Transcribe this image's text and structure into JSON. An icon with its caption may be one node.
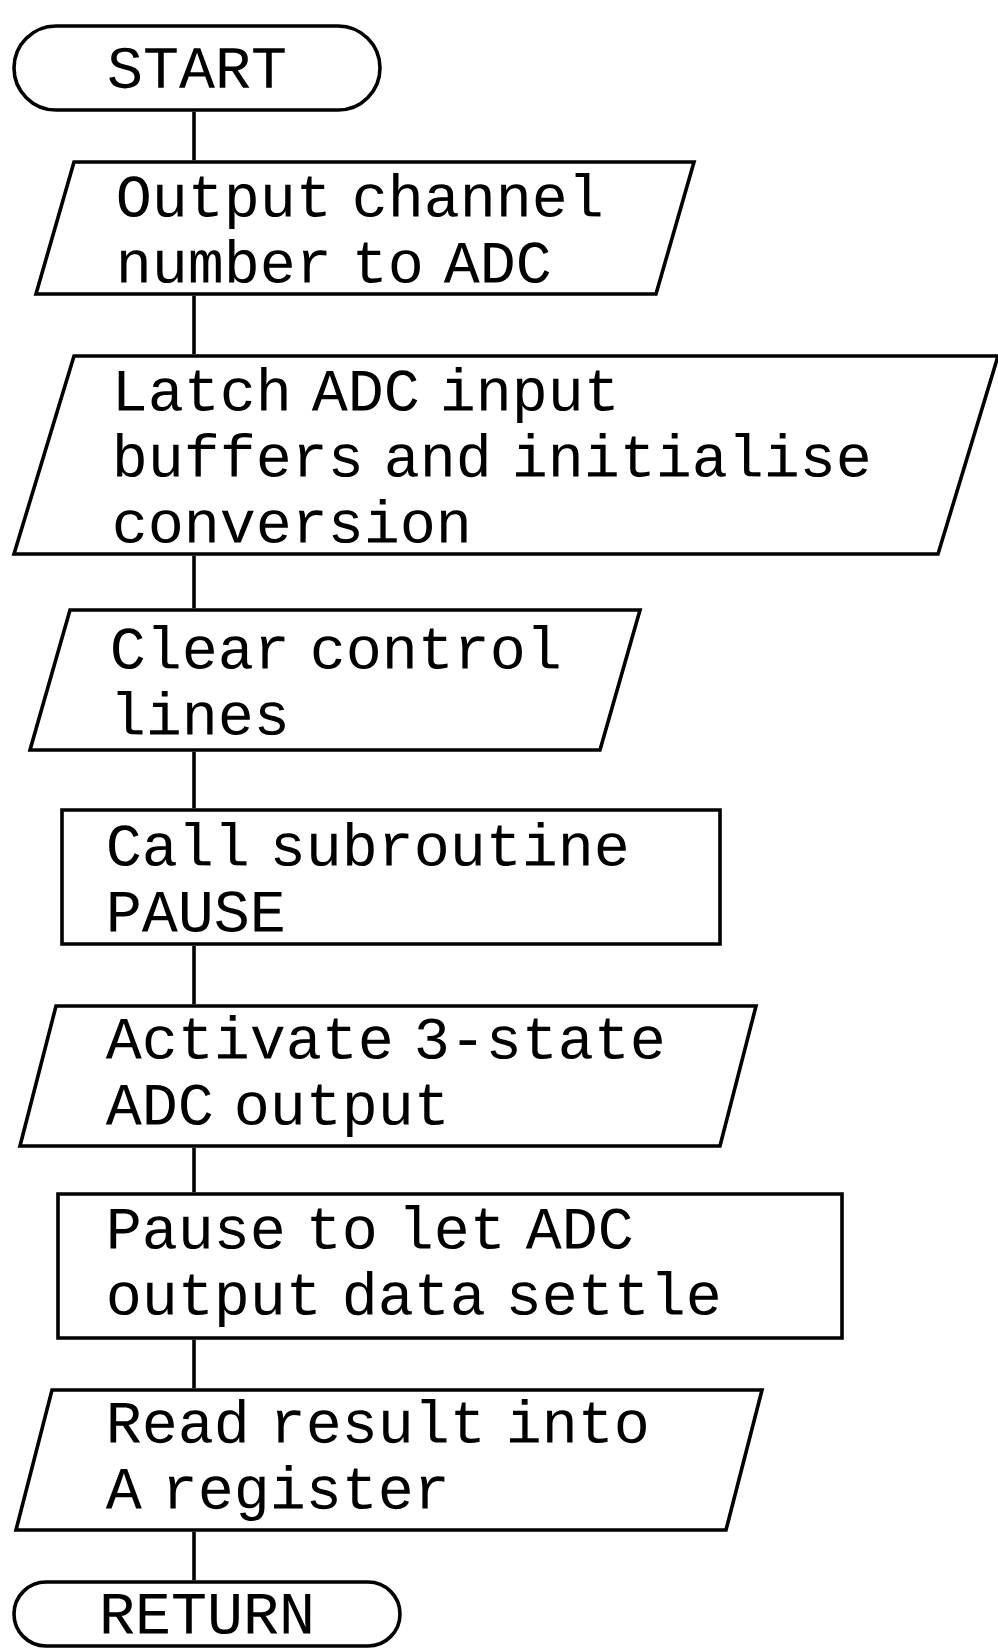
{
  "diagram": {
    "nodes": [
      {
        "text": [
          "START"
        ]
      },
      {
        "text": [
          "Output channel number to ADC"
        ]
      },
      {
        "text": [
          "Latch ADC input buffers and initialise conversion"
        ]
      },
      {
        "text": [
          "Clear control lines"
        ]
      },
      {
        "text": [
          "Call subroutine PAUSE"
        ]
      },
      {
        "text": [
          "Activate 3-state ADC output"
        ]
      },
      {
        "text": [
          "Pause to let ADC output data settle"
        ]
      },
      {
        "text": [
          "Read result into A register"
        ]
      },
      {
        "text": [
          "RETURN"
        ]
      }
    ],
    "edges": [
      {
        "from": 0,
        "to": 1,
        "arrow": "none"
      },
      {
        "from": 1,
        "to": 2,
        "arrow": "none"
      },
      {
        "from": 2,
        "to": 3,
        "arrow": "none"
      },
      {
        "from": 3,
        "to": 4,
        "arrow": "none"
      },
      {
        "from": 4,
        "to": 5,
        "arrow": "none"
      },
      {
        "from": 5,
        "to": 6,
        "arrow": "none"
      },
      {
        "from": 6,
        "to": 7,
        "arrow": "none"
      },
      {
        "from": 7,
        "to": 8,
        "arrow": "none"
      }
    ]
  }
}
